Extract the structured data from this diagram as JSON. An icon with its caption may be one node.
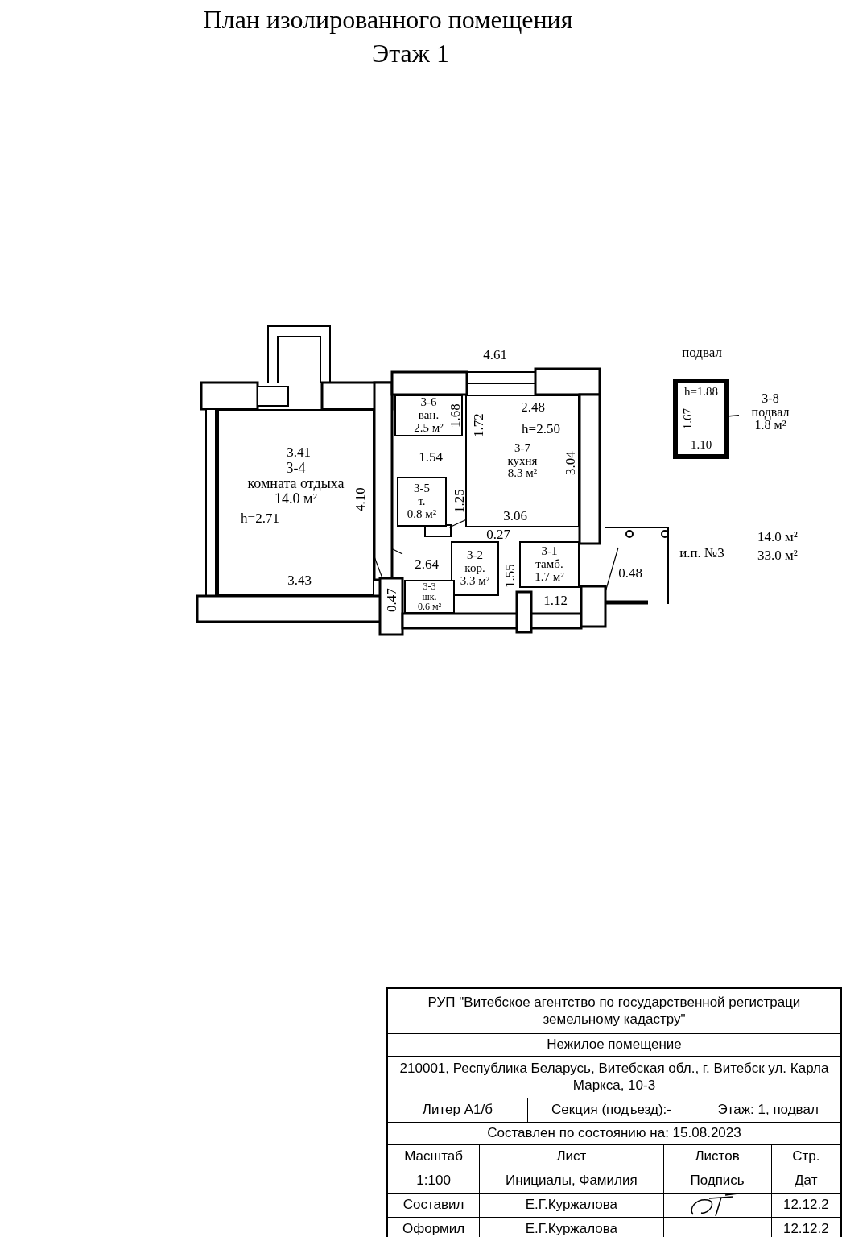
{
  "diagram": {
    "title": "План изолированного помещения",
    "nodes": [
      {
        "text": [
          "3-4",
          "комната отдыха",
          "14.0 м²"
        ]
      },
      {
        "text": [
          "3-6",
          "ван.",
          "2.5 м²"
        ]
      },
      {
        "text": [
          "3-7",
          "кухня",
          "8.3 м²"
        ]
      },
      {
        "text": [
          "3-5",
          "т.",
          "0.8 м²"
        ]
      },
      {
        "text": [
          "3-2",
          "кор.",
          "3.3 м²"
        ]
      },
      {
        "text": [
          "3-3",
          "шк.",
          "0.6 м²"
        ]
      },
      {
        "text": [
          "3-1",
          "тамб.",
          "1.7 м²"
        ]
      },
      {
        "text": [
          "h=1.88",
          "1.67",
          "1.10"
        ]
      },
      {
        "text": [
          "3-8",
          "подвал",
          "1.8 м²"
        ]
      }
    ],
    "edges": [
      {
        "from": 8,
        "to": 7,
        "arrow": "none"
      }
    ],
    "labels": [
      "Этаж 1",
      "4.61",
      "подвал",
      "3.41",
      "2.48",
      "1.68",
      "1.72",
      "h=2.50",
      "1.54",
      "4.10",
      "1.25",
      "3.04",
      "h=2.71",
      "3.06",
      "0.27",
      "2.64",
      "3.43",
      "1.55",
      "0.47",
      "1.12",
      "0.48",
      "и.п. №3",
      "14.0 м²",
      "33.0 м²",
      "РУП \"Витебское агентство по государственной регистраци земельному кадастру\"",
      "Нежилое помещение",
      "210001, Республика Беларусь, Витебская обл., г. Витебск ул. Карла Маркса, 10-3",
      "Литер А1/б",
      "Секция (подъезд):-",
      "Этаж: 1, подвал",
      "Составлен по состоянию на: 15.08.2023",
      "Масштаб",
      "Лист",
      "Листов",
      "Стр.",
      "1:100",
      "Инициалы, Фамилия",
      "Подпись",
      "Дат",
      "Составил",
      "Е.Г.Куржалова",
      "12.12.2",
      "Оформил",
      "Е.Г.Куржалова",
      "12.12.2"
    ]
  }
}
